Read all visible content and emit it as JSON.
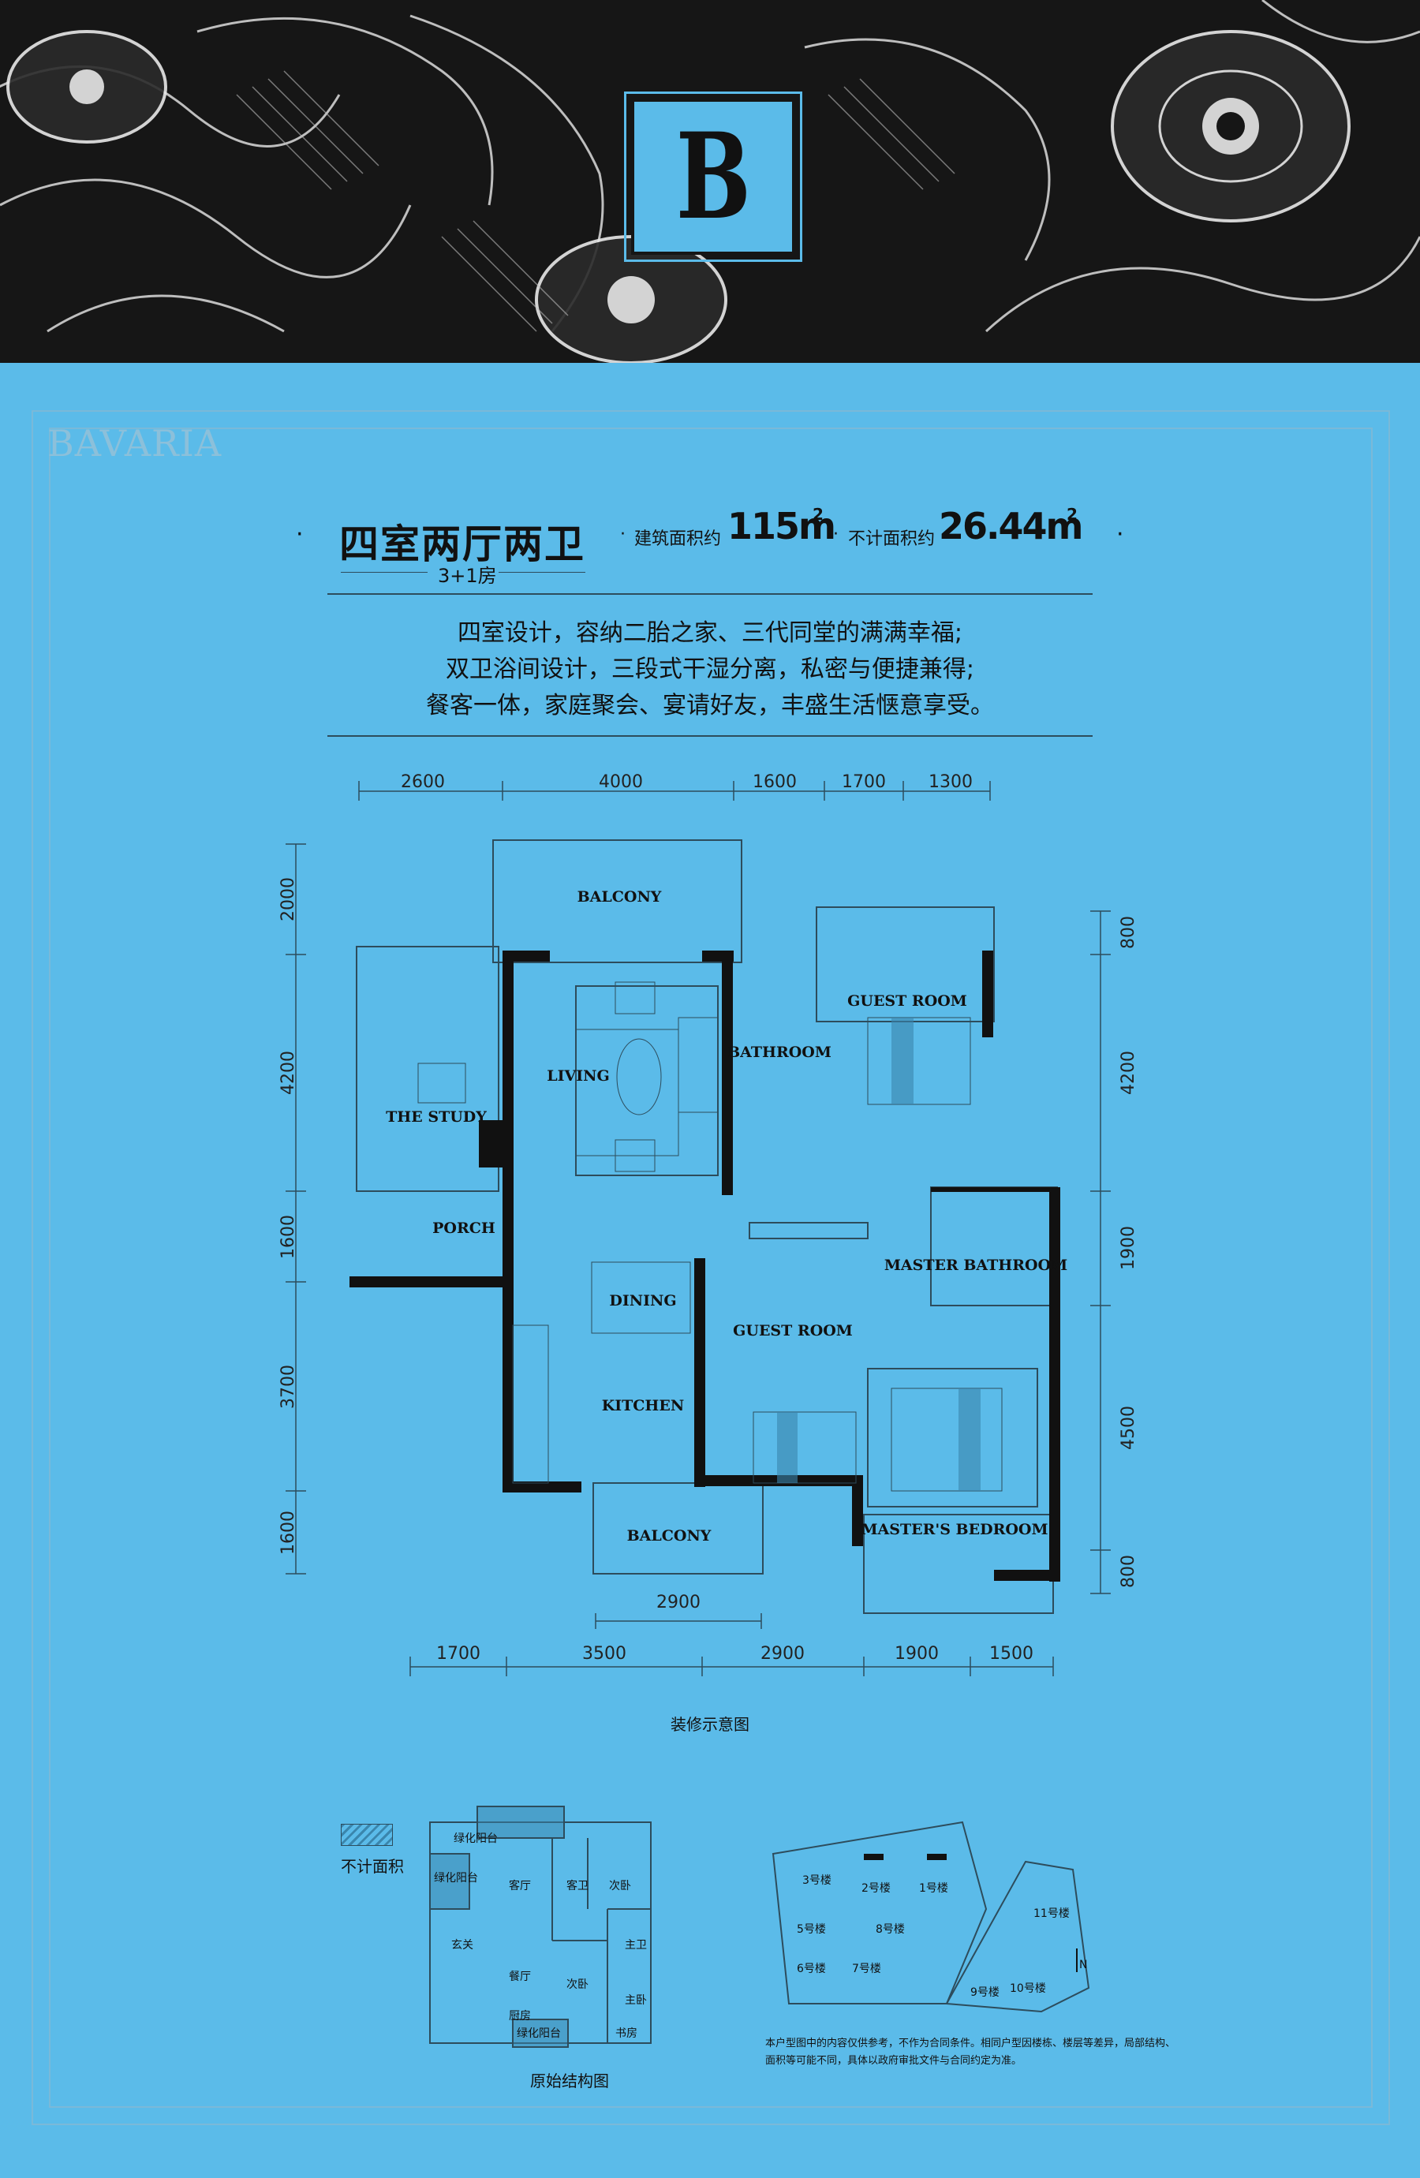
{
  "header": {
    "badge_letter": "B",
    "bg_color": "#161616",
    "accent_color": "#5bbbe9"
  },
  "brand": {
    "logo_text": "BAVARIA"
  },
  "summary": {
    "title": "四室两厅两卫",
    "subtitle": "3+1房",
    "gross_area_label": "建筑面积约",
    "gross_area_value": "115m",
    "gross_area_sup": "2",
    "excluded_area_label": "不计面积约",
    "excluded_area_value": "26.44m",
    "excluded_area_sup": "2"
  },
  "description": [
    "四室设计，容纳二胎之家、三代同堂的满满幸福;",
    "双卫浴间设计，三段式干湿分离，私密与便捷兼得;",
    "餐客一体，家庭聚会、宴请好友，丰盛生活惬意享受。"
  ],
  "floorplan": {
    "rooms": {
      "balcony_top": "BALCONY",
      "guest_room_1": "GUEST ROOM",
      "living": "LIVING",
      "bathroom": "BATHROOM",
      "study": "THE STUDY",
      "porch": "PORCH",
      "master_bathroom": "MASTER BATHROOM",
      "dining": "DINING",
      "guest_room_2": "GUEST ROOM",
      "kitchen": "KITCHEN",
      "balcony_bottom": "BALCONY",
      "master_bedroom": "MASTER'S BEDROOM"
    },
    "top_dims": [
      "2600",
      "4000",
      "1600",
      "1700",
      "1300"
    ],
    "left_dims": [
      "2000",
      "4200",
      "1600",
      "3700",
      "1600"
    ],
    "right_dims": [
      "800",
      "4200",
      "1900",
      "4500",
      "800"
    ],
    "balcony_dim": "2900",
    "bottom_dims": [
      "1700",
      "3500",
      "2900",
      "1900",
      "1500"
    ],
    "caption": "装修示意图"
  },
  "legend": {
    "label": "不计面积"
  },
  "original_structure": {
    "rooms": [
      "绿化阳台",
      "客厅",
      "客卫",
      "次卧",
      "绿化阳台",
      "玄关",
      "餐厅",
      "厨房",
      "次卧",
      "主卫",
      "主卧",
      "绿化阳台",
      "书房"
    ],
    "caption": "原始结构图"
  },
  "site_map": {
    "buildings": [
      "3号楼",
      "2号楼",
      "1号楼",
      "5号楼",
      "8号楼",
      "11号楼",
      "6号楼",
      "7号楼",
      "9号楼",
      "10号楼"
    ],
    "north": "N"
  },
  "disclaimer": "本户型图中的内容仅供参考，不作为合同条件。相同户型因楼栋、楼层等差异，局部结构、面积等可能不同，具体以政府审批文件与合同约定为准。"
}
